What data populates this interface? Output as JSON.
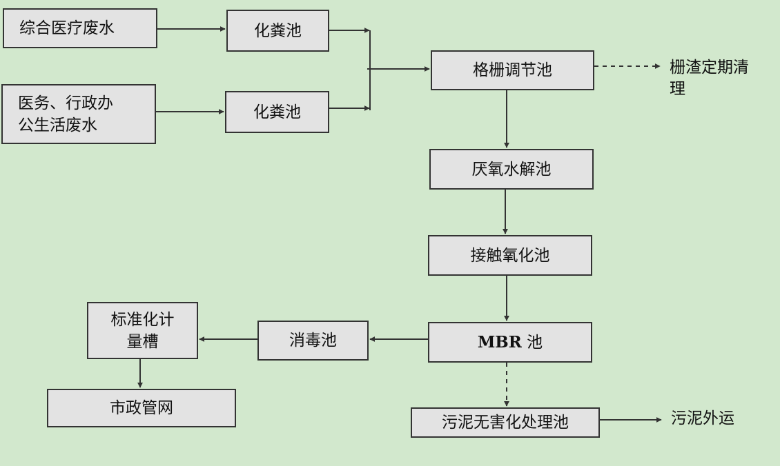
{
  "nodes": {
    "medical_wastewater": "综合医疗废水",
    "septic_tank_1": "化粪池",
    "admin_domestic_wastewater": "医务、行政办\n公生活废水",
    "septic_tank_2": "化粪池",
    "screen_regulating_tank": "格栅调节池",
    "screen_residue_cleaning": "栅渣定期清\n理",
    "anaerobic_hydrolysis_tank": "厌氧水解池",
    "contact_oxidation_tank": "接触氧化池",
    "mbr_tank": {
      "prefix": "MBR",
      "suffix": " 池"
    },
    "disinfection_tank": "消毒池",
    "standard_metering_tank": "标准化计\n量槽",
    "municipal_network": "市政管网",
    "sludge_treatment_tank": "污泥无害化处理池",
    "sludge_transport": "污泥外运"
  },
  "colors": {
    "background": "#d2e8cd",
    "box_fill": "#e3e3e3",
    "box_border": "#333333",
    "arrow": "#333333"
  }
}
